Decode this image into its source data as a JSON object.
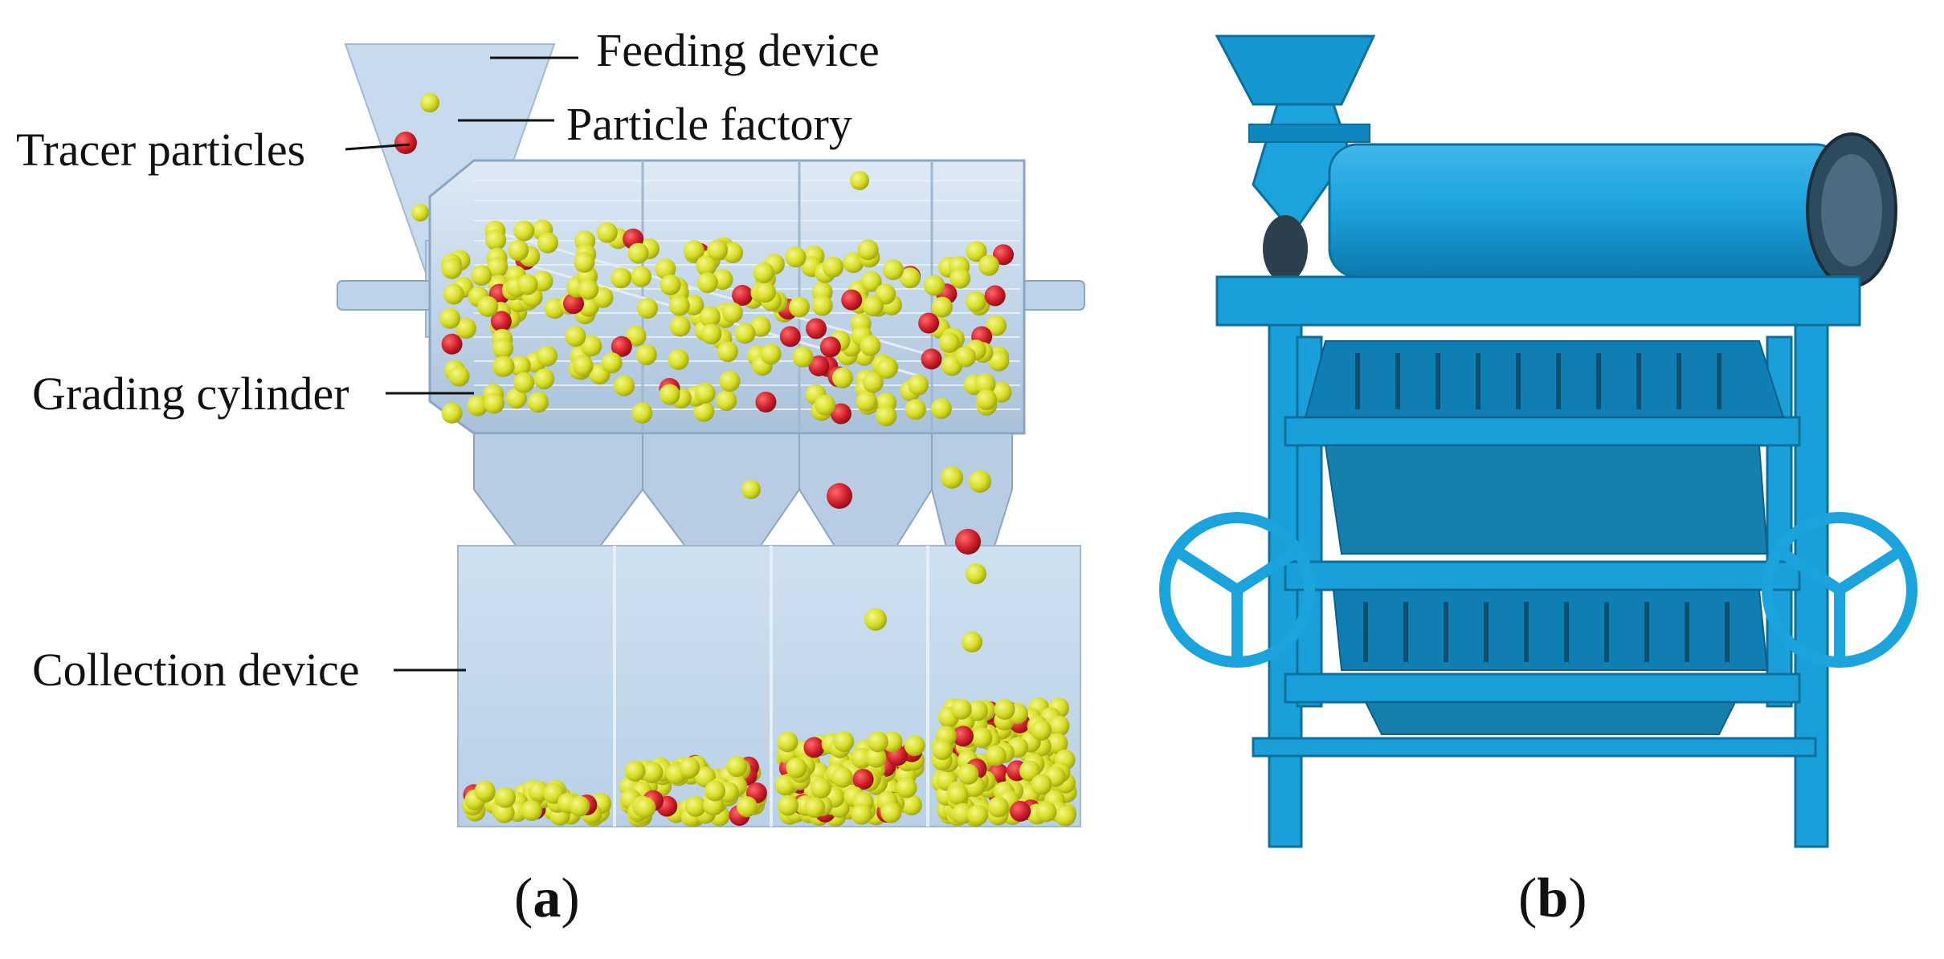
{
  "panel_a": {
    "label_open": "(",
    "label_letter": "a",
    "label_close": ")",
    "callouts": {
      "feeding_device": "Feeding device",
      "particle_factory": "Particle factory",
      "tracer_particles": "Tracer particles",
      "grading_cylinder": "Grading cylinder",
      "collection_device": "Collection device"
    },
    "colors": {
      "particle": "#d8e02a",
      "tracer": "#cc1f2b",
      "housing": "#c9dcef",
      "housing_dark": "#9fb8d0"
    }
  },
  "panel_b": {
    "label_open": "(",
    "label_letter": "b",
    "label_close": ")",
    "colors": {
      "machine": "#1aa3dc",
      "machine_dark": "#0c6f9e",
      "machine_shade": "#128ac0"
    }
  }
}
